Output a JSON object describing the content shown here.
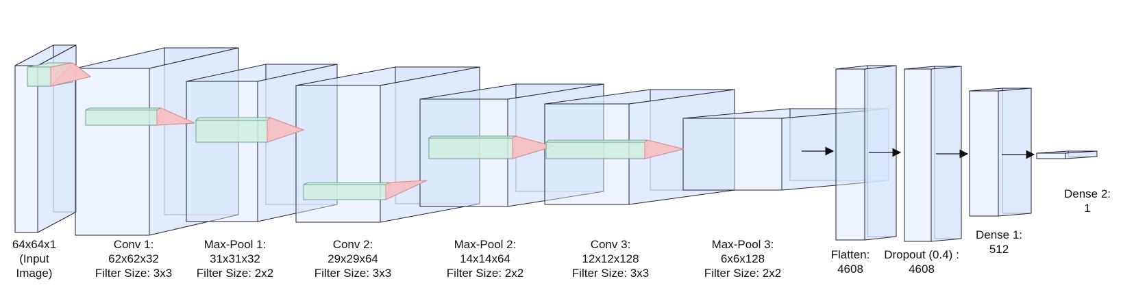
{
  "colors": {
    "block_fill": "#dae6fb",
    "block_stroke": "#1f1f3a",
    "filter_fill": "#cfeee0",
    "filter_stroke": "#6aa58c",
    "cone_fill": "#f4c2c4",
    "cone_stroke": "#d98a8e",
    "arrow": "#111111"
  },
  "layers": [
    {
      "id": "input",
      "lines": [
        "64x64x1",
        "(Input",
        "Image)"
      ]
    },
    {
      "id": "conv1",
      "lines": [
        "Conv 1:",
        "62x62x32",
        "Filter Size: 3x3"
      ]
    },
    {
      "id": "pool1",
      "lines": [
        "Max-Pool 1:",
        "31x31x32",
        "Filter Size: 2x2"
      ]
    },
    {
      "id": "conv2",
      "lines": [
        "Conv 2:",
        "29x29x64",
        "Filter Size: 3x3"
      ]
    },
    {
      "id": "pool2",
      "lines": [
        "Max-Pool 2:",
        "14x14x64",
        "Filter Size: 2x2"
      ]
    },
    {
      "id": "conv3",
      "lines": [
        "Conv 3:",
        "12x12x128",
        "Filter Size: 3x3"
      ]
    },
    {
      "id": "pool3",
      "lines": [
        "Max-Pool 3:",
        "6x6x128",
        "Filter Size: 2x2"
      ]
    },
    {
      "id": "flatten",
      "lines": [
        "Flatten:",
        "4608"
      ]
    },
    {
      "id": "dropout",
      "lines": [
        "Dropout (0.4) :",
        "4608"
      ]
    },
    {
      "id": "dense1",
      "lines": [
        "Dense 1:",
        "512"
      ]
    },
    {
      "id": "dense2",
      "lines": [
        "Dense 2:",
        "1"
      ]
    }
  ]
}
